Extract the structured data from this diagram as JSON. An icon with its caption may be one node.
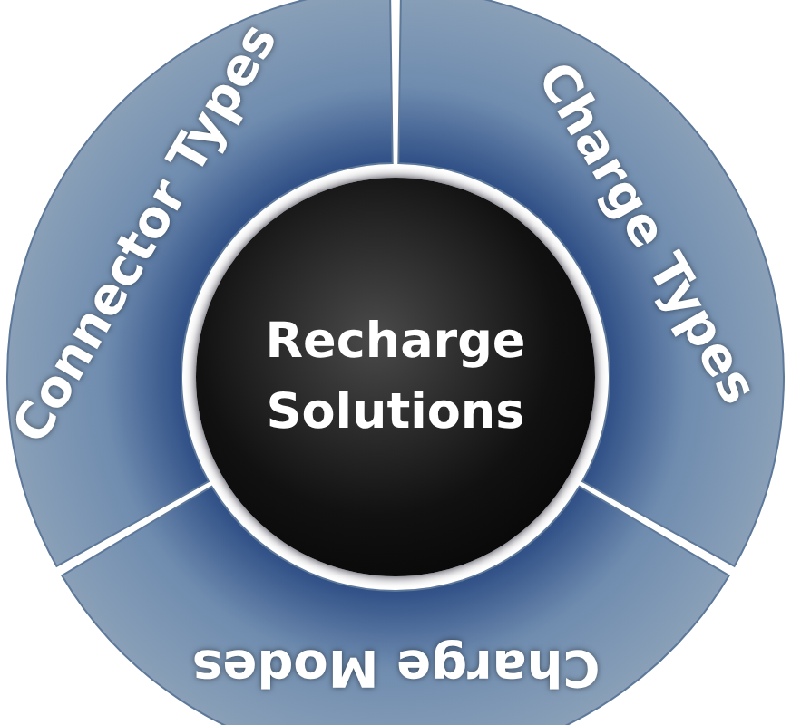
{
  "diagram": {
    "nodes": [
      {
        "text": [
          "Recharge Solutions"
        ]
      },
      {
        "text": [
          "Connector Types"
        ]
      },
      {
        "text": [
          "Charge Types"
        ]
      },
      {
        "text": [
          "Charge Modes"
        ]
      }
    ]
  }
}
